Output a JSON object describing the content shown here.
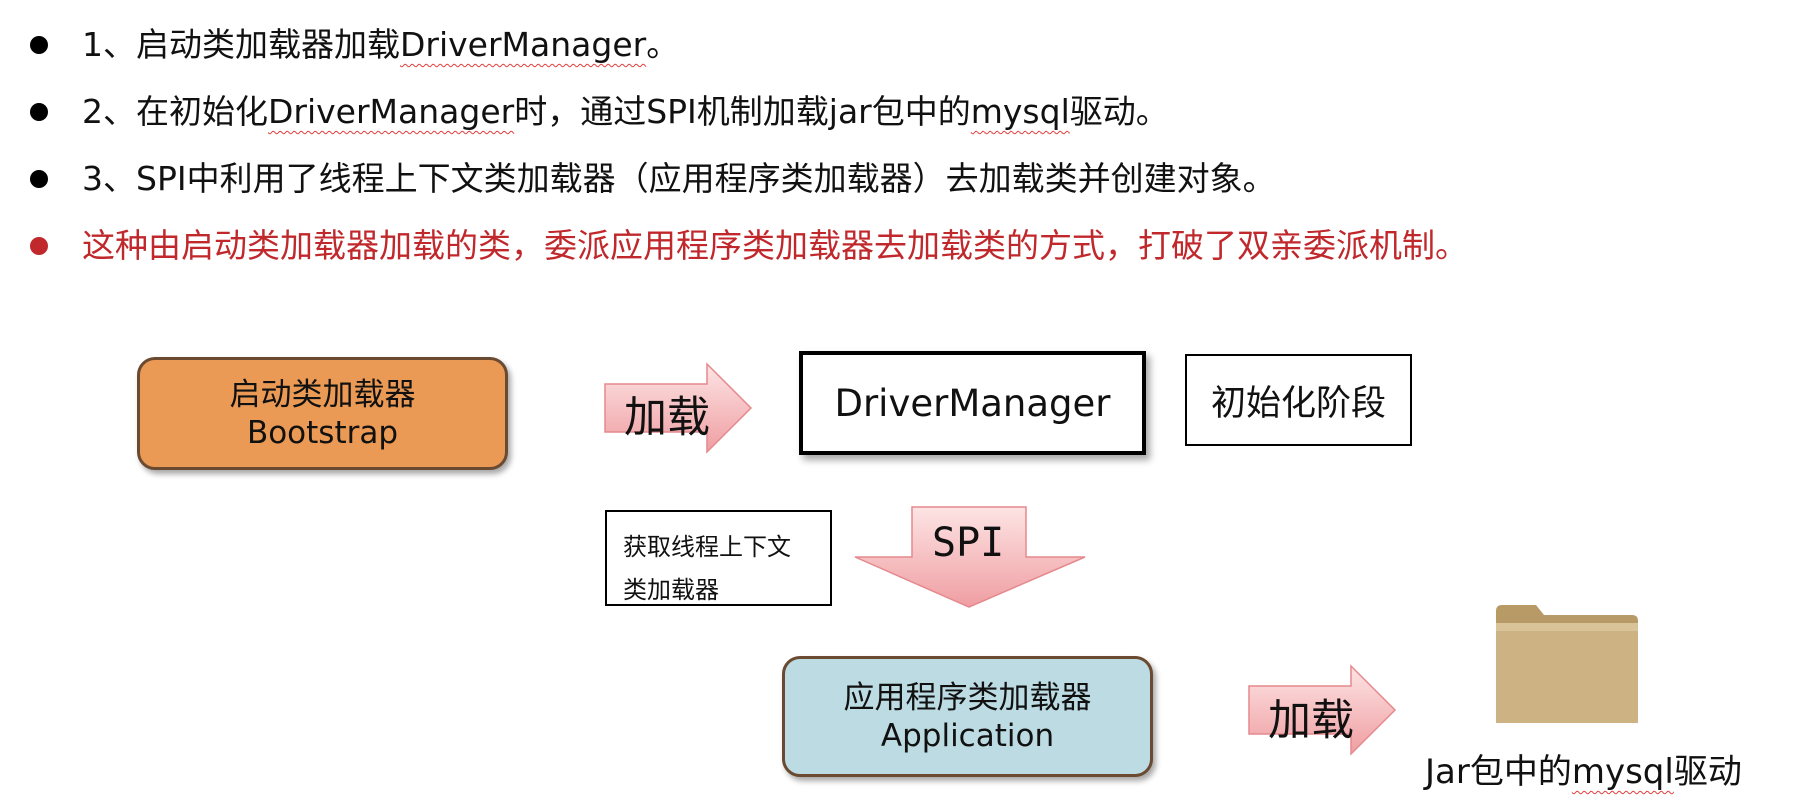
{
  "bullets": [
    {
      "parts": [
        "1、启动类加载器加载",
        "DriverManager",
        "。"
      ],
      "color": "#111111"
    },
    {
      "parts": [
        "2、在初始化",
        "DriverManager",
        "时，通过SPI机制加载jar包中的",
        "mysql",
        "驱动。"
      ],
      "color": "#111111"
    },
    {
      "parts": [
        "3、SPI中利用了线程上下文类加载器（应用程序类加载器）去加载类并创建对象。"
      ],
      "color": "#111111"
    },
    {
      "parts": [
        "这种由启动类加载器加载的类，委派应用程序类加载器去加载类的方式，打破了双亲委派机制。"
      ],
      "color": "#c0282c"
    }
  ],
  "diagram": {
    "bootstrap": {
      "line1": "启动类加载器",
      "line2": "Bootstrap",
      "color": "#ea9a54"
    },
    "load_arrow_1": "加载",
    "driver_manager": "DriverManager",
    "init_phase": "初始化阶段",
    "get_context": {
      "line1": "获取线程上下文",
      "line2": "类加载器"
    },
    "spi_arrow": "SPI",
    "application": {
      "line1": "应用程序类加载器",
      "line2": "Application",
      "color": "#bcdbe2"
    },
    "load_arrow_2": "加载",
    "jar": {
      "prefix": "Jar包中的",
      "squiggle": "mysql",
      "suffix": "驱动"
    }
  },
  "colors": {
    "accent_red": "#c0282c",
    "arrow_fill": "#f4b6b8",
    "folder": "#cdb384"
  },
  "icons": [
    "bullet-dot",
    "folder-icon"
  ]
}
